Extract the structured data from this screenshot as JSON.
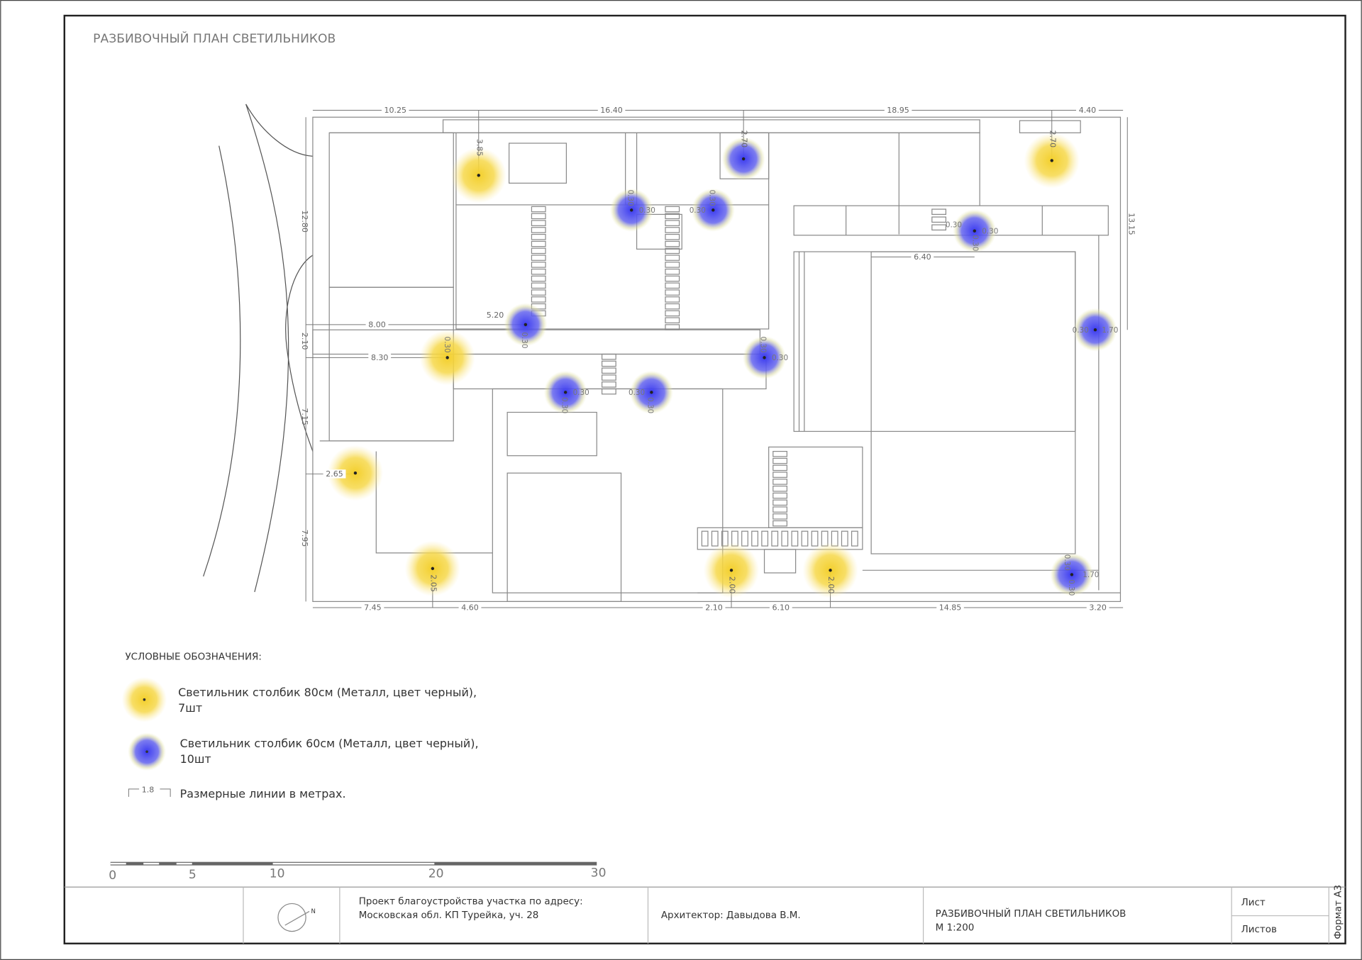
{
  "title": "РАЗБИВОЧНЫЙ ПЛАН СВЕТИЛЬНИКОВ",
  "plan": {
    "dimensions": [
      "10.25",
      "16.40",
      "18.95",
      "4.40",
      "7.45",
      "4.60",
      "2.10",
      "6.10",
      "14.85",
      "3.20",
      "12.80",
      "2.10",
      "7.15",
      "7.95",
      "13.15",
      "8.00",
      "8.30",
      "5.20",
      "2.65",
      "6.40",
      "3.85",
      "2.70",
      "2.70",
      "2.05",
      "2.00",
      "2.00"
    ],
    "offsets": [
      "0.30",
      "0.30",
      "0.30",
      "0.30",
      "0.30",
      "0.30",
      "0.30",
      "0.30",
      "0.30",
      "0.30",
      "0.30",
      "0.30",
      "0.30",
      "0.30",
      "0.30",
      "0.30",
      "0.30",
      "1.70",
      "0.30",
      "1.70"
    ],
    "lamps_80cm_count": 7,
    "lamps_60cm_count": 10
  },
  "legend": {
    "title": "УСЛОВНЫЕ ОБОЗНАЧЕНИЯ:",
    "items": [
      {
        "line1": "Светильник столбик 80см (Металл, цвет черный),",
        "line2": "7шт",
        "color": "#f2d03a"
      },
      {
        "line1": "Светильник столбик 60см (Металл, цвет черный),",
        "line2": "10шт",
        "color": "#4a4af0"
      },
      {
        "sample": "1.8",
        "line1": "Размерные линии в метрах."
      }
    ]
  },
  "scale_bar": {
    "ticks": [
      "0",
      "5",
      "10",
      "20",
      "30"
    ]
  },
  "title_block": {
    "north": "N",
    "project_line1": "Проект благоустройства участка по адресу:",
    "project_line2": "Московская обл. КП Турейка, уч. 28",
    "architect": "Архитектор: Давыдова В.М.",
    "sheet_title": "РАЗБИВОЧНЫЙ ПЛАН СВЕТИЛЬНИКОВ",
    "scale": "М 1:200",
    "sheet_label": "Лист",
    "sheets_label": "Листов",
    "format": "Формат А3"
  }
}
